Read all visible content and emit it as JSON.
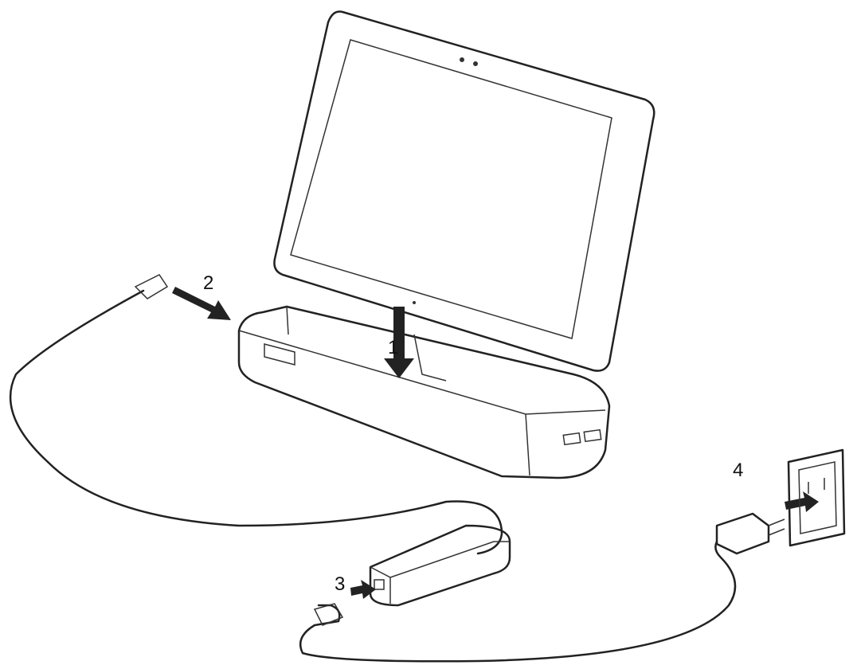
{
  "steps": [
    {
      "label": "1"
    },
    {
      "label": "2"
    },
    {
      "label": "3"
    },
    {
      "label": "4"
    }
  ],
  "colors": {
    "line": "#222222",
    "background": "#ffffff"
  }
}
